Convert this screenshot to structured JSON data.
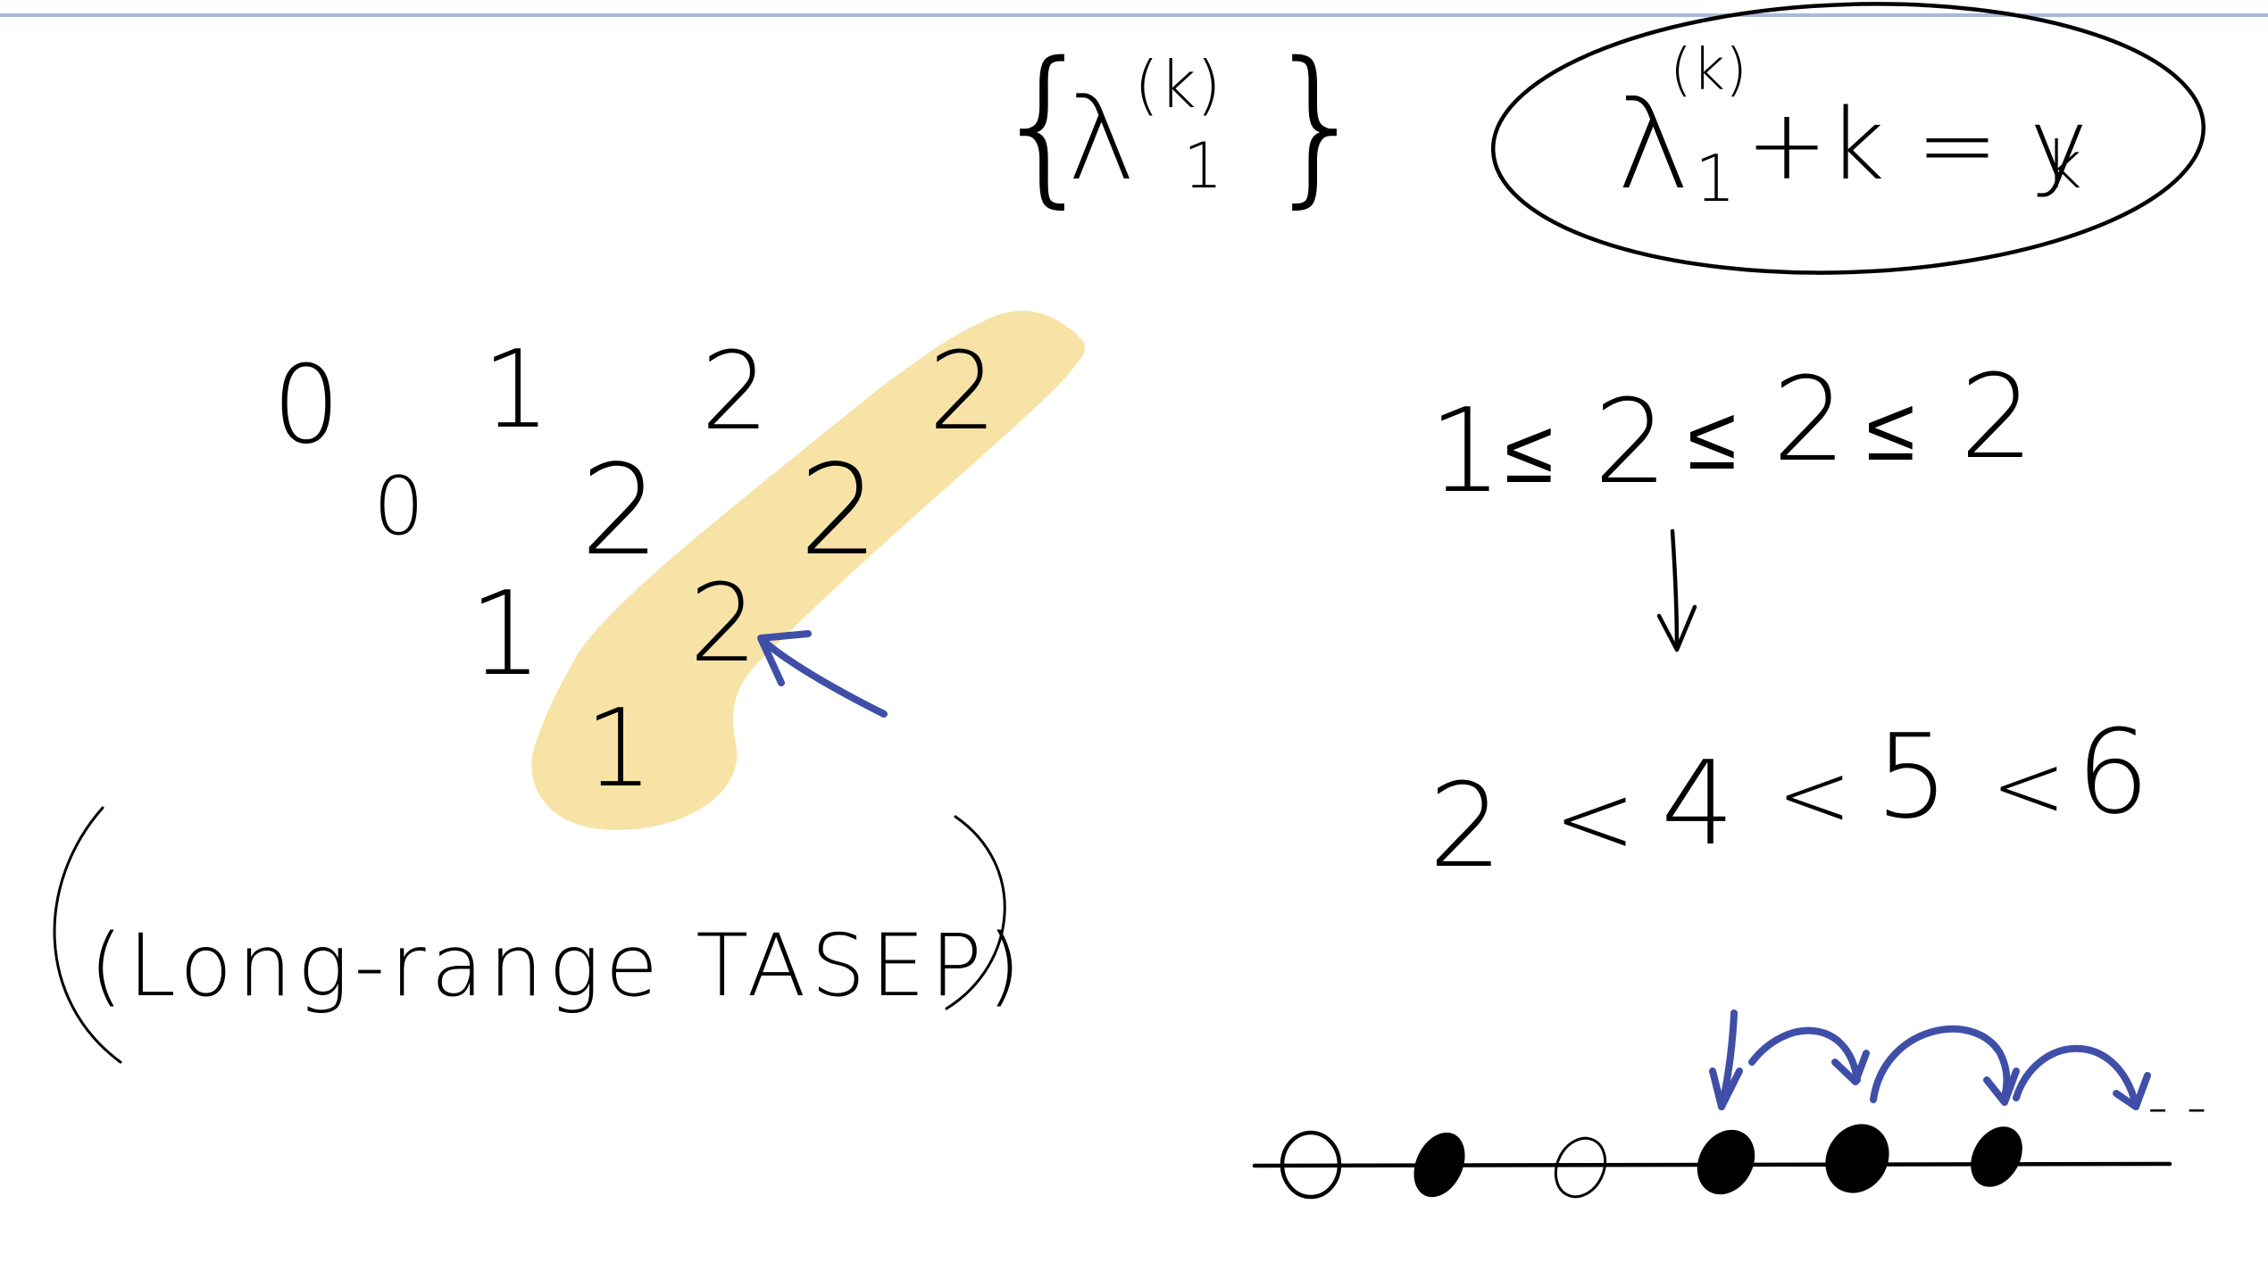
{
  "whiteboard": {
    "set_notation": {
      "open": "{",
      "symbol": "λ",
      "superscript": "(k)",
      "subscript": "1",
      "close": "}"
    },
    "boxed_formula": {
      "symbol": "λ",
      "superscript": "(k)",
      "subscript": "1",
      "rest": "+k = y",
      "rest_sub": "k"
    },
    "triangle": {
      "rows": [
        [
          "0",
          "1",
          "2",
          "2"
        ],
        [
          "0",
          "2",
          "2"
        ],
        [
          "1",
          "2"
        ],
        [
          "1"
        ]
      ]
    },
    "caption": "(Long-range TASEP)",
    "inequality_weak": {
      "values": [
        "1",
        "2",
        "2",
        "2"
      ],
      "relation": "≤"
    },
    "arrow_down": "↓",
    "inequality_strict": {
      "values": [
        "2",
        "4",
        "5",
        "6"
      ],
      "relation": "<"
    },
    "particle_line": {
      "sites": [
        "empty",
        "filled",
        "empty",
        "filled",
        "filled",
        "filled"
      ],
      "trailing": "- -"
    },
    "colors": {
      "ink": "#000000",
      "annotation_blue": "#3f4fa8",
      "highlight": "#f7e3a6",
      "top_rule": "#a9b8d8"
    }
  }
}
